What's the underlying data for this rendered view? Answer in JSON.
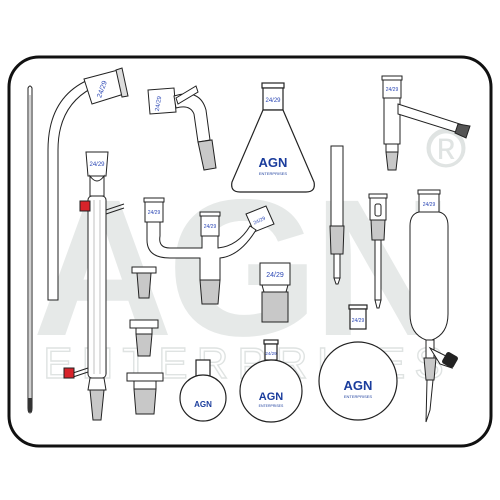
{
  "brand": {
    "logo_text": "AGN",
    "logo_subtext": "ENTERPRISES",
    "registered_mark": "®",
    "watermark_color": "#e8ebea",
    "logo_blue": "#1a3c9c",
    "logo_red": "#d8232a"
  },
  "frame": {
    "border_color": "#111111"
  },
  "glass": {
    "stroke": "#222222",
    "frosted": "#c8c8c8",
    "joint_label_color": "#2a46b4"
  },
  "joint_labels": {
    "bent_adapter": "24/29",
    "condenser": "24/29",
    "elbow_adapter": "24/29",
    "conical_flask": "24/29",
    "distill_head": "24/29",
    "claisen_left": "24/29",
    "claisen_mid": "24/29",
    "claisen_right": "24/29",
    "cone_joint": "24/29",
    "dropping_funnel": "24/29",
    "small_rbf": "24/29",
    "large_rbf": "24/29"
  },
  "flask_logos": {
    "conical": "AGN",
    "rbf_small": "AGN",
    "rbf_medium": "AGN",
    "rbf_large": "AGN"
  }
}
